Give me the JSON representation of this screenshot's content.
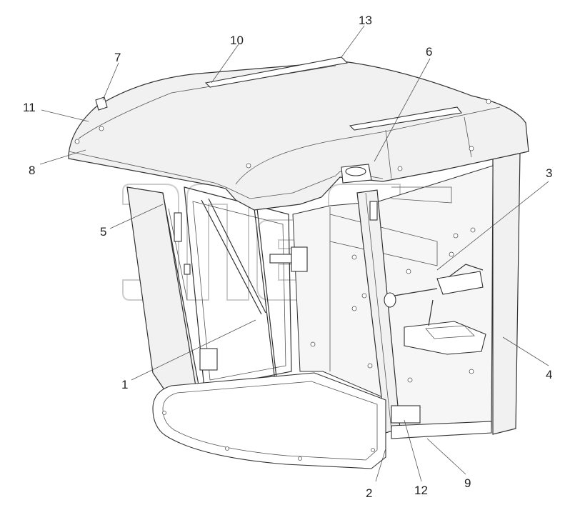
{
  "watermark": {
    "main": "ЭПЕБ",
    "tm": "TM"
  },
  "callouts": [
    {
      "id": "1",
      "text": "1"
    },
    {
      "id": "2",
      "text": "2"
    },
    {
      "id": "3",
      "text": "3"
    },
    {
      "id": "4",
      "text": "4"
    },
    {
      "id": "5",
      "text": "5"
    },
    {
      "id": "6",
      "text": "6"
    },
    {
      "id": "7",
      "text": "7"
    },
    {
      "id": "8",
      "text": "8"
    },
    {
      "id": "9",
      "text": "9"
    },
    {
      "id": "10",
      "text": "10"
    },
    {
      "id": "11",
      "text": "11"
    },
    {
      "id": "12",
      "text": "12"
    },
    {
      "id": "13",
      "text": "13"
    }
  ]
}
